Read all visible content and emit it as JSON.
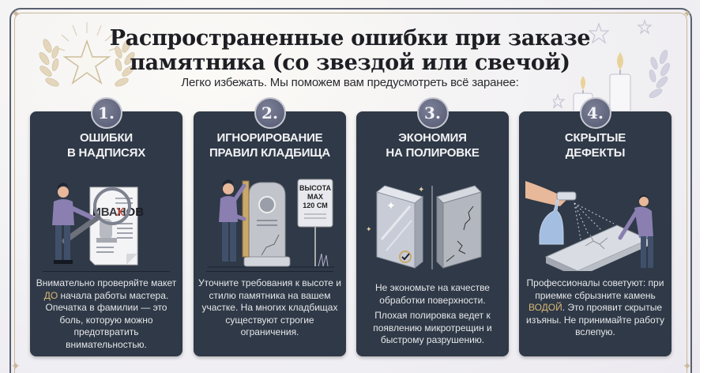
{
  "header": {
    "title_line1": "Распространенные ошибки при заказе",
    "title_line2": "памятника (со звездой или свечой)",
    "subtitle": "Легко избежать. Мы поможем вам предусмотреть всё заранее:"
  },
  "colors": {
    "card_bg": "#2f3947",
    "highlight": "#d8b878",
    "badge": "#5e637b",
    "title": "#1e1f24"
  },
  "cards": [
    {
      "number": "1.",
      "title_line1": "ОШИБКИ",
      "title_line2": "В НАДПИСЯХ",
      "illustration": {
        "icon": "magnifier-document-icon",
        "surname_text": "ИВАНОВ"
      },
      "text": {
        "before": "Внимательно проверяйте макет ",
        "highlight": "ДО",
        "after": " начала работы мастера. Опечатка в фамилии — это боль, которую можно предотвратить внимательностью."
      }
    },
    {
      "number": "2.",
      "title_line1": "ИГНОРИРОВАНИЕ",
      "title_line2": "ПРАВИЛ КЛАДБИЩА",
      "illustration": {
        "icon": "gravestone-ruler-icon",
        "sign_line1": "ВЫСОТА",
        "sign_line2": "MAX",
        "sign_line3": "120 СМ"
      },
      "text": {
        "full": "Уточните требования к высоте и стилю памятника на вашем участке. На многих кладбищах существуют строгие ограничения."
      }
    },
    {
      "number": "3.",
      "title_line1": "ЭКОНОМИЯ",
      "title_line2": "НА ПОЛИРОВКЕ",
      "illustration": {
        "icon": "polished-vs-cracked-stone-icon"
      },
      "text": {
        "p1": "Не экономьте на качестве обработки поверхности.",
        "p2": "Плохая полировка ведет к появлению микротрещин и быстрому разрушению."
      }
    },
    {
      "number": "4.",
      "title_line1": "СКРЫТЫЕ",
      "title_line2": "ДЕФЕКТЫ",
      "illustration": {
        "icon": "spray-bottle-stone-icon"
      },
      "text": {
        "before": "Профессионалы советуют: при приемке сбрызните камень ",
        "highlight": "ВОДОЙ",
        "after": ". Это проявит скрытые изъяны. Не принимайте работу вслепую."
      }
    }
  ]
}
